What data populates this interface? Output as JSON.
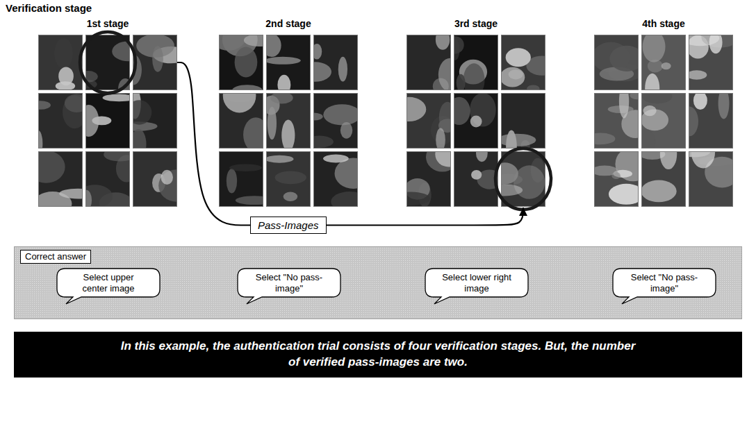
{
  "diagram": {
    "title": "Verification stage",
    "nodes": [
      {
        "text": [
          "1st stage"
        ]
      },
      {
        "text": [
          "2nd stage"
        ]
      },
      {
        "text": [
          "3rd stage"
        ]
      },
      {
        "text": [
          "4th stage"
        ]
      },
      {
        "text": [
          "Pass-Images"
        ]
      },
      {
        "text": [
          "Correct answer"
        ]
      },
      {
        "text": [
          "Select upper center image"
        ],
        "in": 5
      },
      {
        "text": [
          "Select \"No pass-image\""
        ],
        "in": 5
      },
      {
        "text": [
          "Select lower right image"
        ],
        "in": 5
      },
      {
        "text": [
          "Select \"No pass-image\""
        ],
        "in": 5
      },
      {
        "text": [
          "In this example, the authentication trial consists of four verification stages. But, the number of verified pass-images are two."
        ]
      }
    ],
    "edges": [
      {
        "from": 0,
        "to": 4,
        "arrow": "none"
      },
      {
        "from": 4,
        "to": 2,
        "arrow": "to"
      }
    ]
  }
}
